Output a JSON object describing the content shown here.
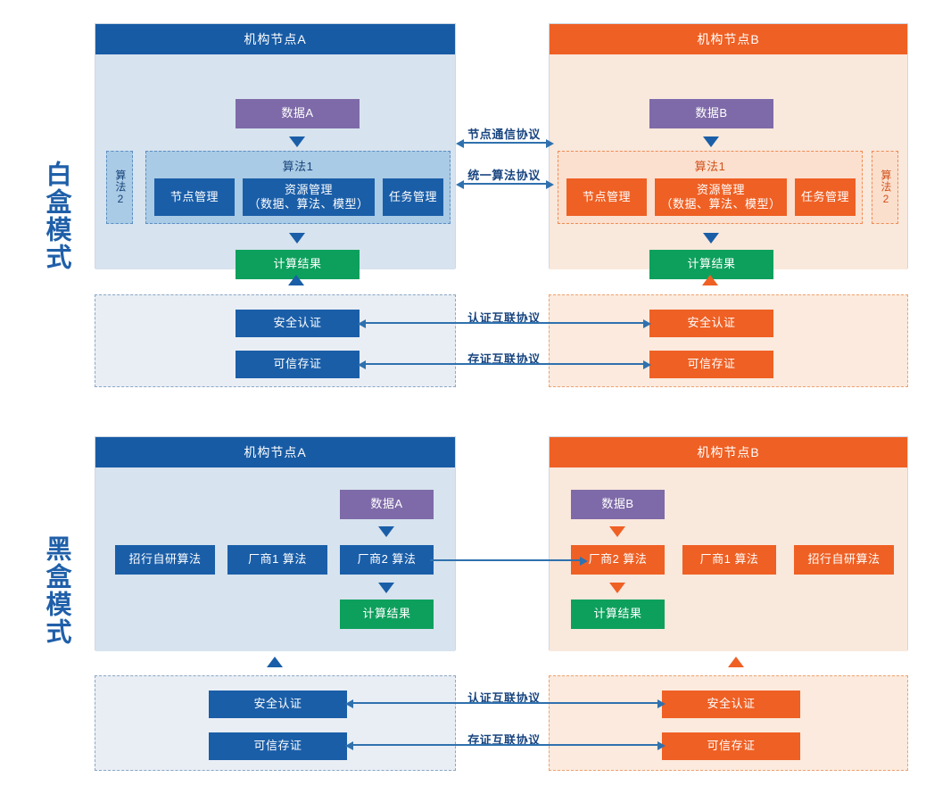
{
  "figure": {
    "modes": [
      {
        "id": "whitebox",
        "label": "白盒模式"
      },
      {
        "id": "blackbox",
        "label": "黑盒模式"
      }
    ]
  },
  "colors": {
    "blue_header": "#175ba5",
    "orange_header": "#ef6024",
    "blue_body": "#d7e3ee",
    "orange_body": "#f9e8dc",
    "data_purple": "#7e6aa8",
    "node_blue": "#1a5ea8",
    "node_orange": "#ef6024",
    "result_green": "#0da05c",
    "connector_blue": "#2f71ae",
    "label_blue": "#17447f"
  },
  "whitebox": {
    "node_a": {
      "title": "机构节点A",
      "data_box": "数据A",
      "algo2_chip": "算法2",
      "algo_group_title": "算法1",
      "modules": [
        "节点管理",
        "资源管理\n（数据、算法、模型）",
        "任务管理"
      ],
      "modules_flat": [
        "节点管理",
        "资源管理",
        "（数据、算法、模型）",
        "任务管理"
      ],
      "result_box": "计算结果",
      "auth_boxes": [
        "安全认证",
        "可信存证"
      ]
    },
    "node_b": {
      "title": "机构节点B",
      "data_box": "数据B",
      "algo2_chip": "算法2",
      "algo_group_title": "算法1",
      "modules": [
        "节点管理",
        "资源管理\n（数据、算法、模型）",
        "任务管理"
      ],
      "result_box": "计算结果",
      "auth_boxes": [
        "安全认证",
        "可信存证"
      ]
    },
    "protocols": [
      "节点通信协议",
      "统一算法协议",
      "认证互联协议",
      "存证互联协议"
    ]
  },
  "blackbox": {
    "node_a": {
      "title": "机构节点A",
      "data_box": "数据A",
      "algorithms": [
        "招行自研算法",
        "厂商1 算法",
        "厂商2 算法"
      ],
      "result_box": "计算结果",
      "auth_boxes": [
        "安全认证",
        "可信存证"
      ]
    },
    "node_b": {
      "title": "机构节点B",
      "data_box": "数据B",
      "algorithms": [
        "厂商2 算法",
        "厂商1 算法",
        "招行自研算法"
      ],
      "result_box": "计算结果",
      "auth_boxes": [
        "安全认证",
        "可信存证"
      ]
    },
    "protocols": [
      "认证互联协议",
      "存证互联协议"
    ]
  }
}
